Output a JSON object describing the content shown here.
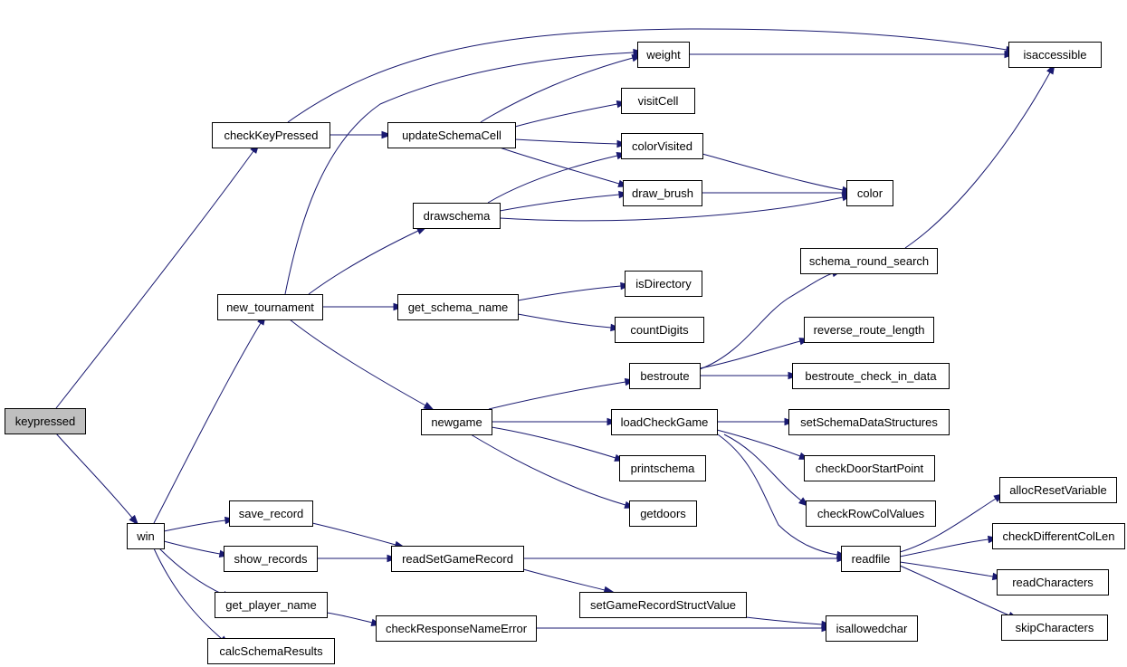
{
  "diagram": {
    "type": "call-graph",
    "colors": {
      "edge": "#191970",
      "node_border": "#000000",
      "root_fill": "#bfbfbf",
      "node_fill": "#ffffff"
    },
    "nodes": [
      {
        "id": "keypressed",
        "label": "keypressed",
        "root": true
      },
      {
        "id": "checkKeyPressed",
        "label": "checkKeyPressed"
      },
      {
        "id": "win",
        "label": "win"
      },
      {
        "id": "isaccessible",
        "label": "isaccessible"
      },
      {
        "id": "weight",
        "label": "weight"
      },
      {
        "id": "updateSchemaCell",
        "label": "updateSchemaCell"
      },
      {
        "id": "visitCell",
        "label": "visitCell"
      },
      {
        "id": "colorVisited",
        "label": "colorVisited"
      },
      {
        "id": "draw_brush",
        "label": "draw_brush"
      },
      {
        "id": "color",
        "label": "color"
      },
      {
        "id": "drawschema",
        "label": "drawschema"
      },
      {
        "id": "schema_round_search",
        "label": "schema_round_search"
      },
      {
        "id": "new_tournament",
        "label": "new_tournament"
      },
      {
        "id": "get_schema_name",
        "label": "get_schema_name"
      },
      {
        "id": "isDirectory",
        "label": "isDirectory"
      },
      {
        "id": "countDigits",
        "label": "countDigits"
      },
      {
        "id": "reverse_route_length",
        "label": "reverse_route_length"
      },
      {
        "id": "bestroute",
        "label": "bestroute"
      },
      {
        "id": "bestroute_check_in_data",
        "label": "bestroute_check_in_data"
      },
      {
        "id": "newgame",
        "label": "newgame"
      },
      {
        "id": "loadCheckGame",
        "label": "loadCheckGame"
      },
      {
        "id": "setSchemaDataStructures",
        "label": "setSchemaDataStructures"
      },
      {
        "id": "checkDoorStartPoint",
        "label": "checkDoorStartPoint"
      },
      {
        "id": "printschema",
        "label": "printschema"
      },
      {
        "id": "allocResetVariable",
        "label": "allocResetVariable"
      },
      {
        "id": "checkRowColValues",
        "label": "checkRowColValues"
      },
      {
        "id": "getdoors",
        "label": "getdoors"
      },
      {
        "id": "save_record",
        "label": "save_record"
      },
      {
        "id": "checkDifferentColLen",
        "label": "checkDifferentColLen"
      },
      {
        "id": "show_records",
        "label": "show_records"
      },
      {
        "id": "readSetGameRecord",
        "label": "readSetGameRecord"
      },
      {
        "id": "readfile",
        "label": "readfile"
      },
      {
        "id": "readCharacters",
        "label": "readCharacters"
      },
      {
        "id": "setGameRecordStructValue",
        "label": "setGameRecordStructValue"
      },
      {
        "id": "get_player_name",
        "label": "get_player_name"
      },
      {
        "id": "checkResponseNameError",
        "label": "checkResponseNameError"
      },
      {
        "id": "isallowedchar",
        "label": "isallowedchar"
      },
      {
        "id": "skipCharacters",
        "label": "skipCharacters"
      },
      {
        "id": "calcSchemaResults",
        "label": "calcSchemaResults"
      }
    ],
    "edges": [
      {
        "from": "keypressed",
        "to": "checkKeyPressed"
      },
      {
        "from": "keypressed",
        "to": "win"
      },
      {
        "from": "checkKeyPressed",
        "to": "isaccessible"
      },
      {
        "from": "checkKeyPressed",
        "to": "updateSchemaCell"
      },
      {
        "from": "updateSchemaCell",
        "to": "weight"
      },
      {
        "from": "updateSchemaCell",
        "to": "visitCell"
      },
      {
        "from": "updateSchemaCell",
        "to": "colorVisited"
      },
      {
        "from": "updateSchemaCell",
        "to": "draw_brush"
      },
      {
        "from": "weight",
        "to": "isaccessible"
      },
      {
        "from": "colorVisited",
        "to": "color"
      },
      {
        "from": "draw_brush",
        "to": "color"
      },
      {
        "from": "drawschema",
        "to": "colorVisited"
      },
      {
        "from": "drawschema",
        "to": "draw_brush"
      },
      {
        "from": "drawschema",
        "to": "color"
      },
      {
        "from": "new_tournament",
        "to": "weight"
      },
      {
        "from": "new_tournament",
        "to": "drawschema"
      },
      {
        "from": "new_tournament",
        "to": "get_schema_name"
      },
      {
        "from": "new_tournament",
        "to": "newgame"
      },
      {
        "from": "get_schema_name",
        "to": "isDirectory"
      },
      {
        "from": "get_schema_name",
        "to": "countDigits"
      },
      {
        "from": "schema_round_search",
        "to": "isaccessible"
      },
      {
        "from": "bestroute",
        "to": "schema_round_search"
      },
      {
        "from": "bestroute",
        "to": "reverse_route_length"
      },
      {
        "from": "bestroute",
        "to": "bestroute_check_in_data"
      },
      {
        "from": "newgame",
        "to": "bestroute"
      },
      {
        "from": "newgame",
        "to": "loadCheckGame"
      },
      {
        "from": "newgame",
        "to": "printschema"
      },
      {
        "from": "newgame",
        "to": "getdoors"
      },
      {
        "from": "loadCheckGame",
        "to": "setSchemaDataStructures"
      },
      {
        "from": "loadCheckGame",
        "to": "checkDoorStartPoint"
      },
      {
        "from": "loadCheckGame",
        "to": "checkRowColValues"
      },
      {
        "from": "loadCheckGame",
        "to": "readfile"
      },
      {
        "from": "readfile",
        "to": "allocResetVariable"
      },
      {
        "from": "readfile",
        "to": "checkDifferentColLen"
      },
      {
        "from": "readfile",
        "to": "readCharacters"
      },
      {
        "from": "readfile",
        "to": "skipCharacters"
      },
      {
        "from": "win",
        "to": "new_tournament"
      },
      {
        "from": "win",
        "to": "save_record"
      },
      {
        "from": "win",
        "to": "show_records"
      },
      {
        "from": "win",
        "to": "get_player_name"
      },
      {
        "from": "win",
        "to": "calcSchemaResults"
      },
      {
        "from": "save_record",
        "to": "readSetGameRecord"
      },
      {
        "from": "show_records",
        "to": "readSetGameRecord"
      },
      {
        "from": "readSetGameRecord",
        "to": "readfile"
      },
      {
        "from": "readSetGameRecord",
        "to": "setGameRecordStructValue"
      },
      {
        "from": "get_player_name",
        "to": "checkResponseNameError"
      },
      {
        "from": "checkResponseNameError",
        "to": "isallowedchar"
      },
      {
        "from": "setGameRecordStructValue",
        "to": "isallowedchar"
      }
    ]
  }
}
